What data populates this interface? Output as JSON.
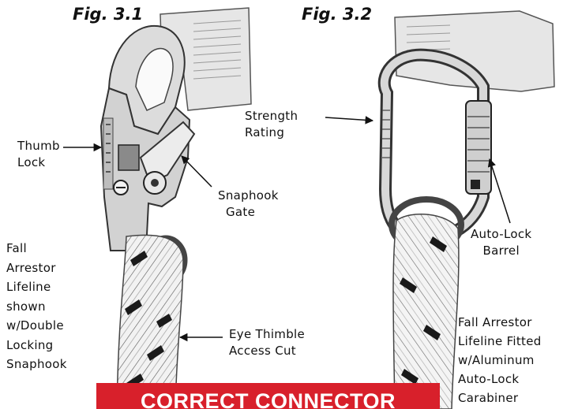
{
  "figures": [
    {
      "title": "Fig. 3.1",
      "labels": {
        "thumb_lock": [
          "Thumb",
          "Lock"
        ],
        "snaphook_gate": [
          "Snaphook",
          "Gate"
        ],
        "eye_thimble": [
          "Eye Thimble",
          "Access Cut"
        ],
        "caption": [
          "Fall",
          "Arrestor",
          "Lifeline",
          "shown",
          "w/Double",
          "Locking",
          "Snaphook"
        ]
      }
    },
    {
      "title": "Fig. 3.2",
      "labels": {
        "strength_rating": [
          "Strength",
          "Rating"
        ],
        "auto_lock_barrel": [
          "Auto-Lock",
          "Barrel"
        ],
        "caption": [
          "Fall Arrestor",
          "Lifeline Fitted",
          "w/Aluminum",
          "Auto-Lock",
          "Carabiner"
        ]
      }
    }
  ],
  "banner": "CORRECT CONNECTOR POSITION",
  "colors": {
    "banner": "#d8202b",
    "banner_text": "#ffffff",
    "ink": "#111111"
  }
}
